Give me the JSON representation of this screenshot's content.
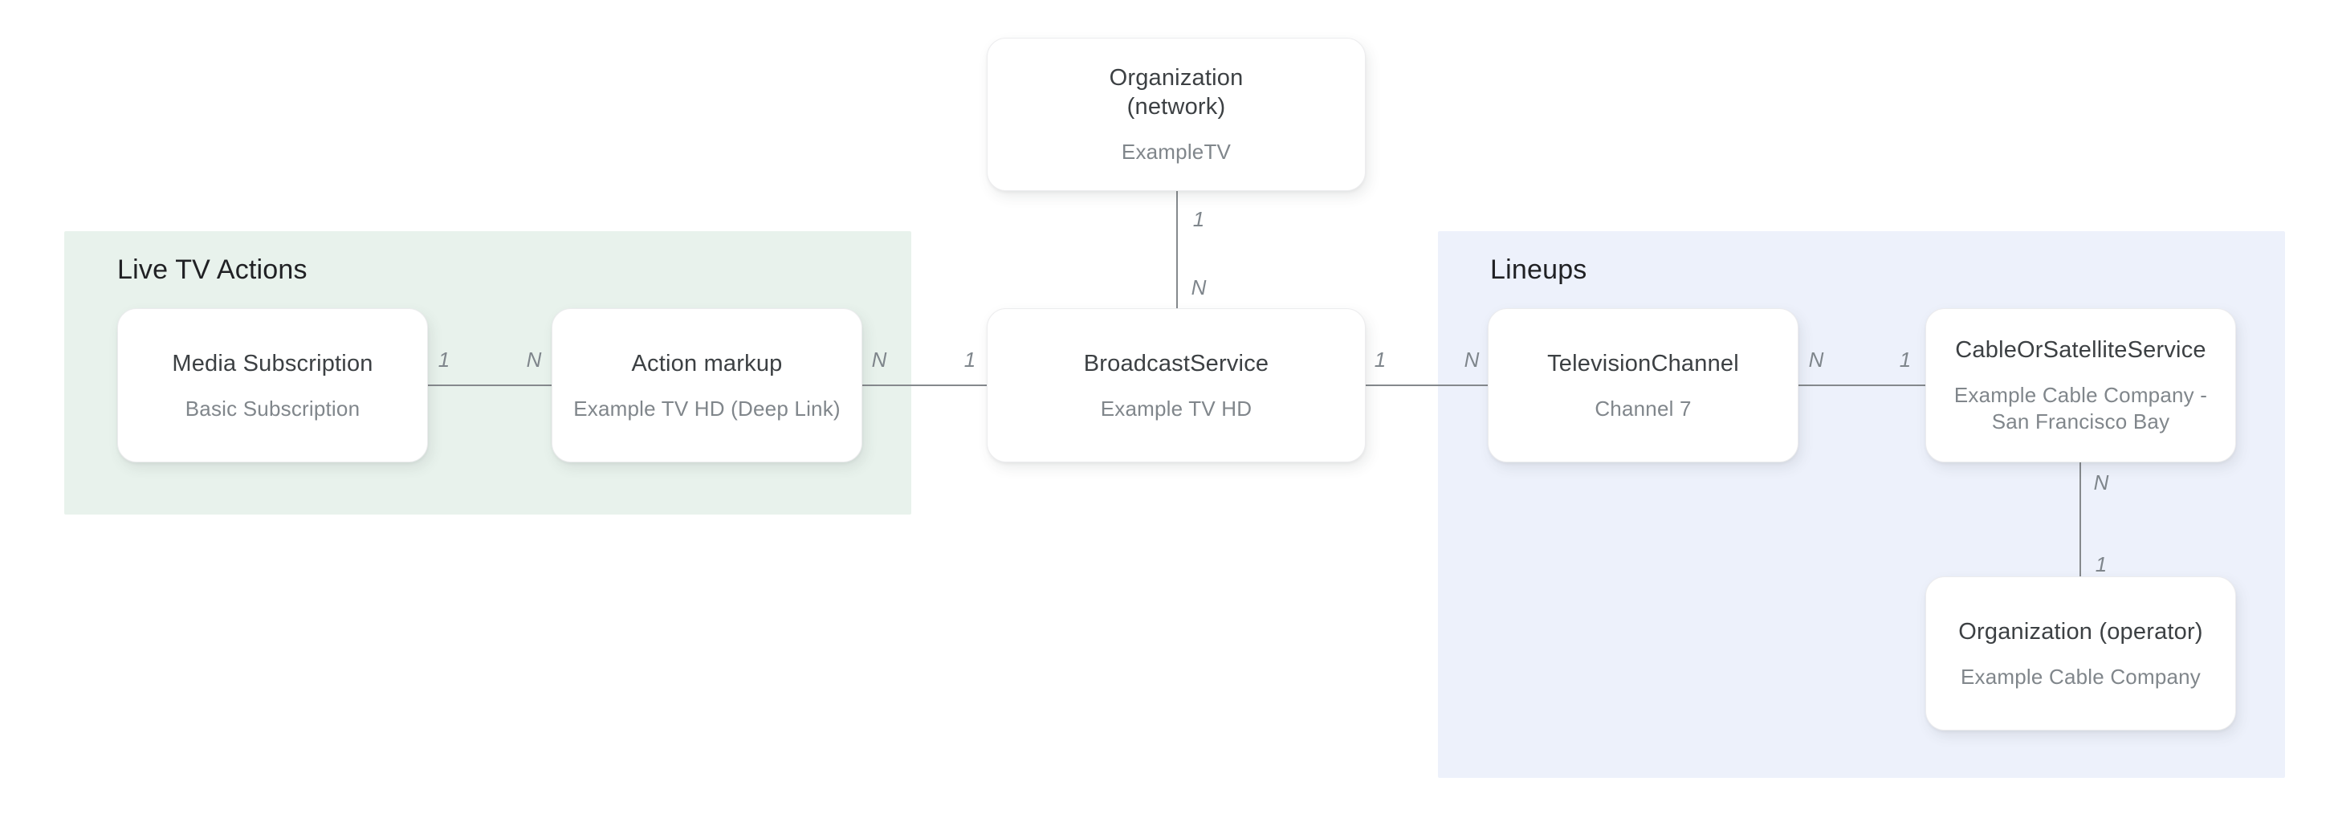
{
  "diagram": {
    "title_context": "Live TV entity relationship diagram",
    "colors": {
      "background": "#ffffff",
      "live_tv_actions_region": "#e8f2ec",
      "lineups_region": "#edf1fb",
      "edge_line": "#85898d",
      "node_title_text": "#3c4043",
      "node_subtitle_text": "#80868b",
      "cardinality_text": "#7f868c",
      "group_heading_text": "#202124"
    },
    "groups": [
      {
        "id": "live-tv-actions",
        "label": "Live TV Actions"
      },
      {
        "id": "lineups",
        "label": "Lineups"
      }
    ],
    "nodes": [
      {
        "id": "organization-network",
        "title": "Organization (network)",
        "title_line1": "Organization",
        "title_line2": "(network)",
        "subtitle": "ExampleTV"
      },
      {
        "id": "media-subscription",
        "title": "Media Subscription",
        "subtitle": "Basic Subscription"
      },
      {
        "id": "action-markup",
        "title": "Action markup",
        "subtitle": "Example TV HD (Deep Link)"
      },
      {
        "id": "broadcast-service",
        "title": "BroadcastService",
        "subtitle": "Example TV HD"
      },
      {
        "id": "television-channel",
        "title": "TelevisionChannel",
        "subtitle": "Channel 7"
      },
      {
        "id": "cable-or-satellite-service",
        "title": "CableOrSatelliteService",
        "subtitle": "Example Cable Company - San Francisco Bay"
      },
      {
        "id": "organization-operator",
        "title": "Organization (operator)",
        "subtitle": "Example Cable Company"
      }
    ],
    "edges": [
      {
        "id": "network-to-broadcast",
        "from": "organization-network",
        "to": "broadcast-service",
        "from_label": "1",
        "to_label": "N"
      },
      {
        "id": "subscription-to-action",
        "from": "media-subscription",
        "to": "action-markup",
        "from_label": "1",
        "to_label": "N"
      },
      {
        "id": "action-to-broadcast",
        "from": "action-markup",
        "to": "broadcast-service",
        "from_label": "N",
        "to_label": "1"
      },
      {
        "id": "broadcast-to-channel",
        "from": "broadcast-service",
        "to": "television-channel",
        "from_label": "1",
        "to_label": "N"
      },
      {
        "id": "channel-to-cable",
        "from": "television-channel",
        "to": "cable-or-satellite-service",
        "from_label": "N",
        "to_label": "1"
      },
      {
        "id": "cable-to-operator",
        "from": "cable-or-satellite-service",
        "to": "organization-operator",
        "from_label": "N",
        "to_label": "1"
      }
    ]
  }
}
